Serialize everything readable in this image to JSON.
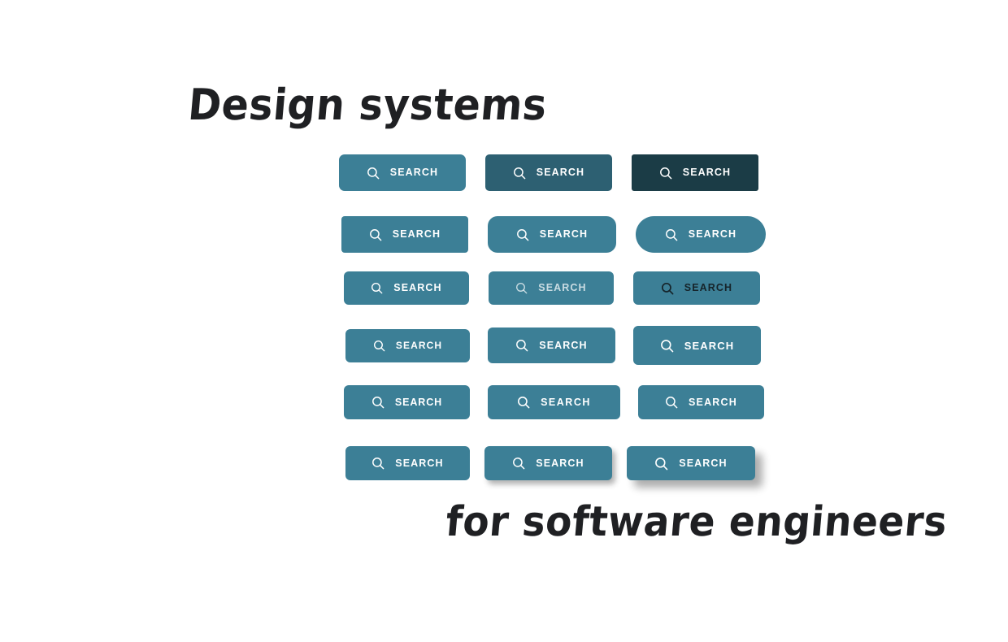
{
  "page": {
    "background_color": "#ffffff",
    "title_top": "Design systems",
    "title_bottom": "for software engineers"
  },
  "palette": {
    "teal_base": "#3c7f96",
    "teal_dark": "#2d6072",
    "teal_darkest": "#1b3c46",
    "text_on_teal": "#ffffff",
    "text_muted": "rgba(255,255,255,0.72)",
    "text_dark": "#16242a",
    "ink": "#1f2023"
  },
  "button": {
    "label": "SEARCH",
    "icon": "search-icon"
  },
  "grid": {
    "rows": [
      {
        "name": "color-shade-scale",
        "buttons": [
          {
            "label": "SEARCH",
            "icon": "search-icon"
          },
          {
            "label": "SEARCH",
            "icon": "search-icon"
          },
          {
            "label": "SEARCH",
            "icon": "search-icon"
          }
        ]
      },
      {
        "name": "corner-radius-scale",
        "buttons": [
          {
            "label": "SEARCH",
            "icon": "search-icon"
          },
          {
            "label": "SEARCH",
            "icon": "search-icon"
          },
          {
            "label": "SEARCH",
            "icon": "search-icon"
          }
        ]
      },
      {
        "name": "text-contrast-scale",
        "buttons": [
          {
            "label": "SEARCH",
            "icon": "search-icon"
          },
          {
            "label": "SEARCH",
            "icon": "search-icon"
          },
          {
            "label": "SEARCH",
            "icon": "search-icon"
          }
        ]
      },
      {
        "name": "size-padding-scale",
        "buttons": [
          {
            "label": "SEARCH",
            "icon": "search-icon"
          },
          {
            "label": "SEARCH",
            "icon": "search-icon"
          },
          {
            "label": "SEARCH",
            "icon": "search-icon"
          }
        ]
      },
      {
        "name": "weight-tracking-scale",
        "buttons": [
          {
            "label": "SEARCH",
            "icon": "search-icon"
          },
          {
            "label": "SEARCH",
            "icon": "search-icon"
          },
          {
            "label": "SEARCH",
            "icon": "search-icon"
          }
        ]
      },
      {
        "name": "elevation-shadow-scale",
        "buttons": [
          {
            "label": "SEARCH",
            "icon": "search-icon"
          },
          {
            "label": "SEARCH",
            "icon": "search-icon"
          },
          {
            "label": "SEARCH",
            "icon": "search-icon"
          }
        ]
      }
    ]
  }
}
